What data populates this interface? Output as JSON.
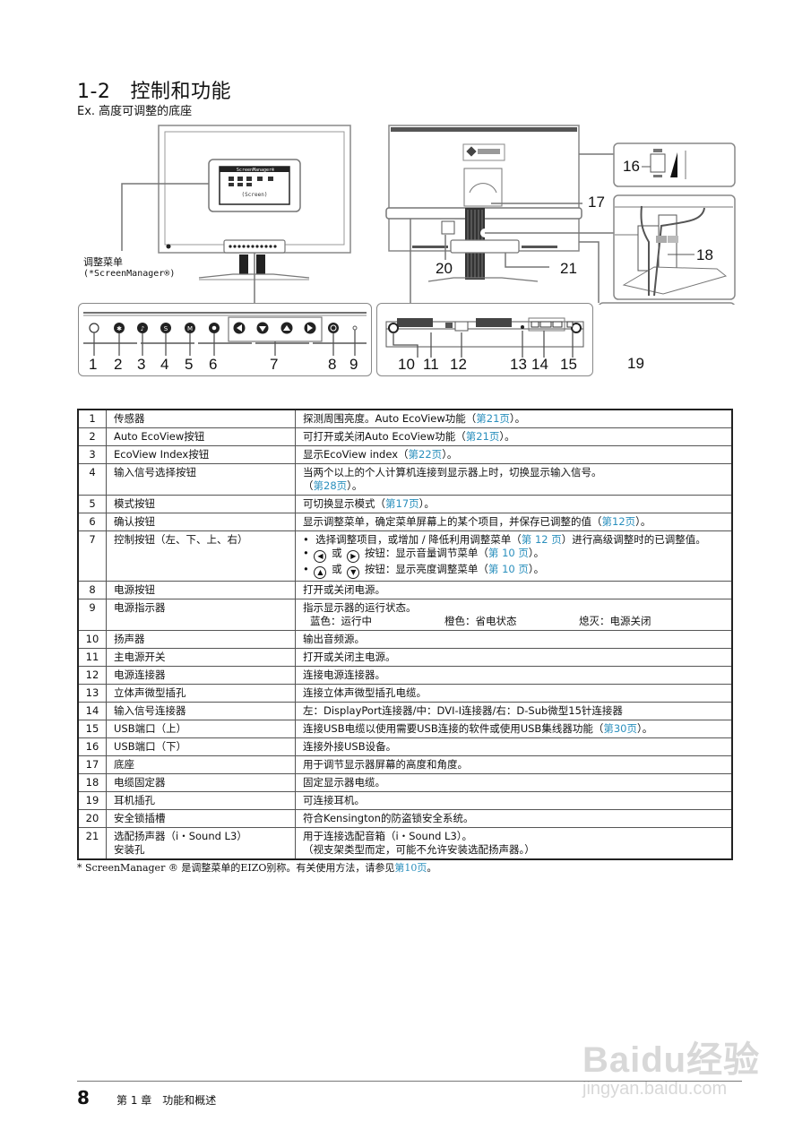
{
  "header": {
    "section_number": "1-2",
    "section_title": "控制和功能",
    "subtitle": "Ex. 高度可调整的底座"
  },
  "diagram": {
    "front_view": {
      "osd_title": "ScreenManager®",
      "osd_caption": "(Screen)",
      "menu_label": "调整菜单",
      "menu_label_sub": "(*ScreenManager®)"
    },
    "control_panel_callouts": [
      "1",
      "2",
      "3",
      "4",
      "5",
      "6",
      "7",
      "8",
      "9"
    ],
    "bottom_callouts": [
      "10",
      "11",
      "12",
      "13",
      "14",
      "15"
    ],
    "side_callouts": [
      "19"
    ],
    "back_callouts": [
      "16",
      "17",
      "18",
      "20",
      "21"
    ]
  },
  "table": {
    "rows": [
      {
        "num": "1",
        "name": "传感器",
        "desc": "探测周围亮度。Auto EcoView功能（",
        "link": "第21页",
        "desc_end": "）。"
      },
      {
        "num": "2",
        "name": "Auto EcoView按钮",
        "desc": "可打开或关闭Auto EcoView功能（",
        "link": "第21页",
        "desc_end": "）。"
      },
      {
        "num": "3",
        "name": "EcoView Index按钮",
        "desc": "显示EcoView index（",
        "link": "第22页",
        "desc_end": "）。"
      },
      {
        "num": "4",
        "name": "输入信号选择按钮",
        "desc": "当两个以上的个人计算机连接到显示器上时，切换显示输入信号。",
        "desc2": "（",
        "link": "第28页",
        "desc_end": "）。"
      },
      {
        "num": "5",
        "name": "模式按钮",
        "desc": "可切换显示模式（",
        "link": "第17页",
        "desc_end": "）。"
      },
      {
        "num": "6",
        "name": "确认按钮",
        "desc": "显示调整菜单，确定菜单屏幕上的某个项目，并保存已调整的值（",
        "link": "第12页",
        "desc_end": "）。"
      },
      {
        "num": "7",
        "name": "控制按钮（左、下、上、右）",
        "b1": "选择调整项目，或增加 / 降低利用调整菜单（",
        "b1_link": "第 12 页",
        "b1_end": "）进行高级调整时的已调整值。",
        "b2_or": "或",
        "b2": "按钮：显示音量调节菜单（",
        "b2_link": "第 10 页",
        "b2_end": "）。",
        "b3_or": "或",
        "b3": "按钮：显示亮度调整菜单（",
        "b3_link": "第 10 页",
        "b3_end": "）。"
      },
      {
        "num": "8",
        "name": "电源按钮",
        "desc": "打开或关闭电源。"
      },
      {
        "num": "9",
        "name": "电源指示器",
        "desc": "指示显示器的运行状态。",
        "states": [
          "蓝色：运行中",
          "橙色：省电状态",
          "熄灭：电源关闭"
        ]
      },
      {
        "num": "10",
        "name": "扬声器",
        "desc": "输出音频源。"
      },
      {
        "num": "11",
        "name": "主电源开关",
        "desc": "打开或关闭主电源。"
      },
      {
        "num": "12",
        "name": "电源连接器",
        "desc": "连接电源连接器。"
      },
      {
        "num": "13",
        "name": "立体声微型插孔",
        "desc": "连接立体声微型插孔电缆。"
      },
      {
        "num": "14",
        "name": "输入信号连接器",
        "desc": "左：DisplayPort连接器/中：DVI-I连接器/右：D-Sub微型15针连接器"
      },
      {
        "num": "15",
        "name": "USB端口（上）",
        "desc": "连接USB电缆以使用需要USB连接的软件或使用USB集线器功能（",
        "link": "第30页",
        "desc_end": "）。"
      },
      {
        "num": "16",
        "name": "USB端口（下）",
        "desc": "连接外接USB设备。"
      },
      {
        "num": "17",
        "name": "底座",
        "desc": "用于调节显示器屏幕的高度和角度。"
      },
      {
        "num": "18",
        "name": "电缆固定器",
        "desc": "固定显示器电缆。"
      },
      {
        "num": "19",
        "name": "耳机插孔",
        "desc": "可连接耳机。"
      },
      {
        "num": "20",
        "name": "安全锁插槽",
        "desc": "符合Kensington的防盗锁安全系统。"
      },
      {
        "num": "21",
        "name": "选配扬声器（i・Sound L3）",
        "name2": "安装孔",
        "desc": "用于连接选配音箱（i・Sound L3）。",
        "desc2": "（视支架类型而定，可能不允许安装选配扬声器。）"
      }
    ]
  },
  "footnote": {
    "text": "* ScreenManager ® 是调整菜单的EIZO别称。有关使用方法，请参见",
    "link": "第10页",
    "end": "。"
  },
  "footer": {
    "page_number": "8",
    "chapter": "第 1 章　功能和概述"
  },
  "watermark": {
    "brand": "Baidu经验",
    "url": "jingyan.baidu.com"
  },
  "colors": {
    "link": "#2a8fbd",
    "rule": "#777777"
  }
}
